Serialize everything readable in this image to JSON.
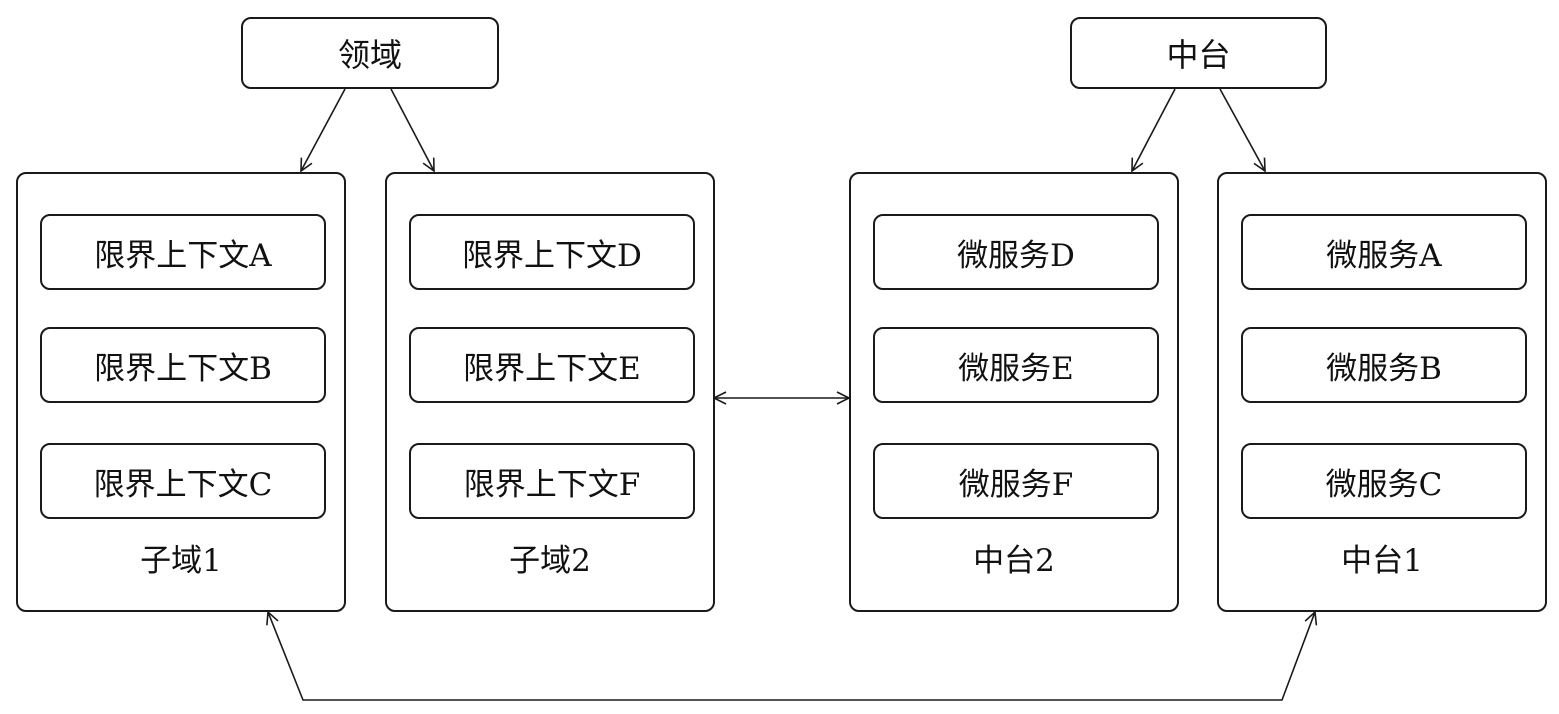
{
  "top_nodes": {
    "domain": "领域",
    "middle_platform": "中台"
  },
  "groups": {
    "subdomain1": {
      "caption": "子域1",
      "items": [
        "限界上下文A",
        "限界上下文B",
        "限界上下文C"
      ]
    },
    "subdomain2": {
      "caption": "子域2",
      "items": [
        "限界上下文D",
        "限界上下文E",
        "限界上下文F"
      ]
    },
    "platform2": {
      "caption": "中台2",
      "items": [
        "微服务D",
        "微服务E",
        "微服务F"
      ]
    },
    "platform1": {
      "caption": "中台1",
      "items": [
        "微服务A",
        "微服务B",
        "微服务C"
      ]
    }
  },
  "colors": {
    "stroke": "#1a1a1a",
    "background": "#ffffff"
  }
}
